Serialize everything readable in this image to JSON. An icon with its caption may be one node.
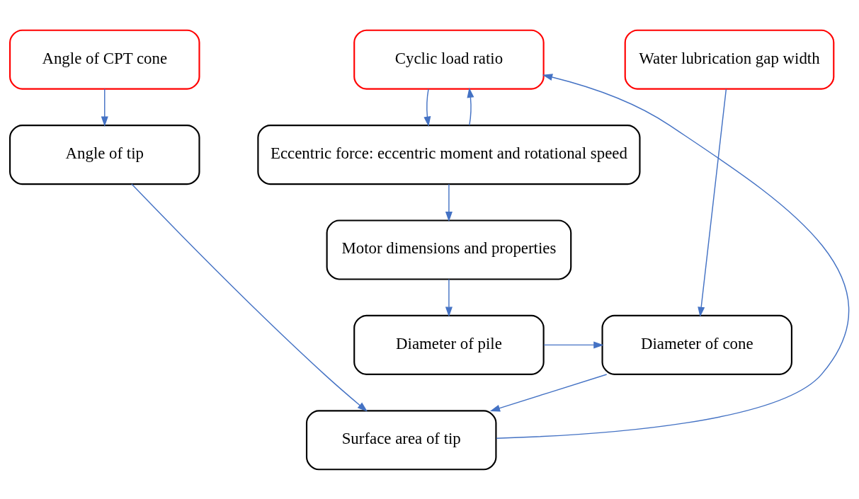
{
  "diagram": {
    "nodes": [
      {
        "text": [
          "Water lubrication gap width"
        ]
      },
      {
        "text": [
          "Angle of CPT cone"
        ]
      },
      {
        "text": [
          "Cyclic load ratio"
        ]
      },
      {
        "text": [
          "Angle of tip"
        ]
      },
      {
        "text": [
          "Eccentric force: eccentric moment and rotational speed"
        ]
      },
      {
        "text": [
          "Motor dimensions and properties"
        ]
      },
      {
        "text": [
          "Diameter of cone"
        ]
      },
      {
        "text": [
          "Diameter of pile"
        ]
      },
      {
        "text": [
          "Surface area of tip"
        ]
      }
    ],
    "edges": [
      {
        "from": 0,
        "to": 6,
        "arrow": "to"
      },
      {
        "from": 1,
        "to": 3,
        "arrow": "to"
      },
      {
        "from": 2,
        "to": 4,
        "arrow": "to"
      },
      {
        "from": 4,
        "to": 2,
        "arrow": "to"
      },
      {
        "from": 3,
        "to": 8,
        "arrow": "to"
      },
      {
        "from": 4,
        "to": 5,
        "arrow": "to"
      },
      {
        "from": 5,
        "to": 7,
        "arrow": "to"
      },
      {
        "from": 7,
        "to": 6,
        "arrow": "to"
      },
      {
        "from": 6,
        "to": 8,
        "arrow": "to"
      },
      {
        "from": 8,
        "to": 2,
        "arrow": "to"
      }
    ]
  }
}
